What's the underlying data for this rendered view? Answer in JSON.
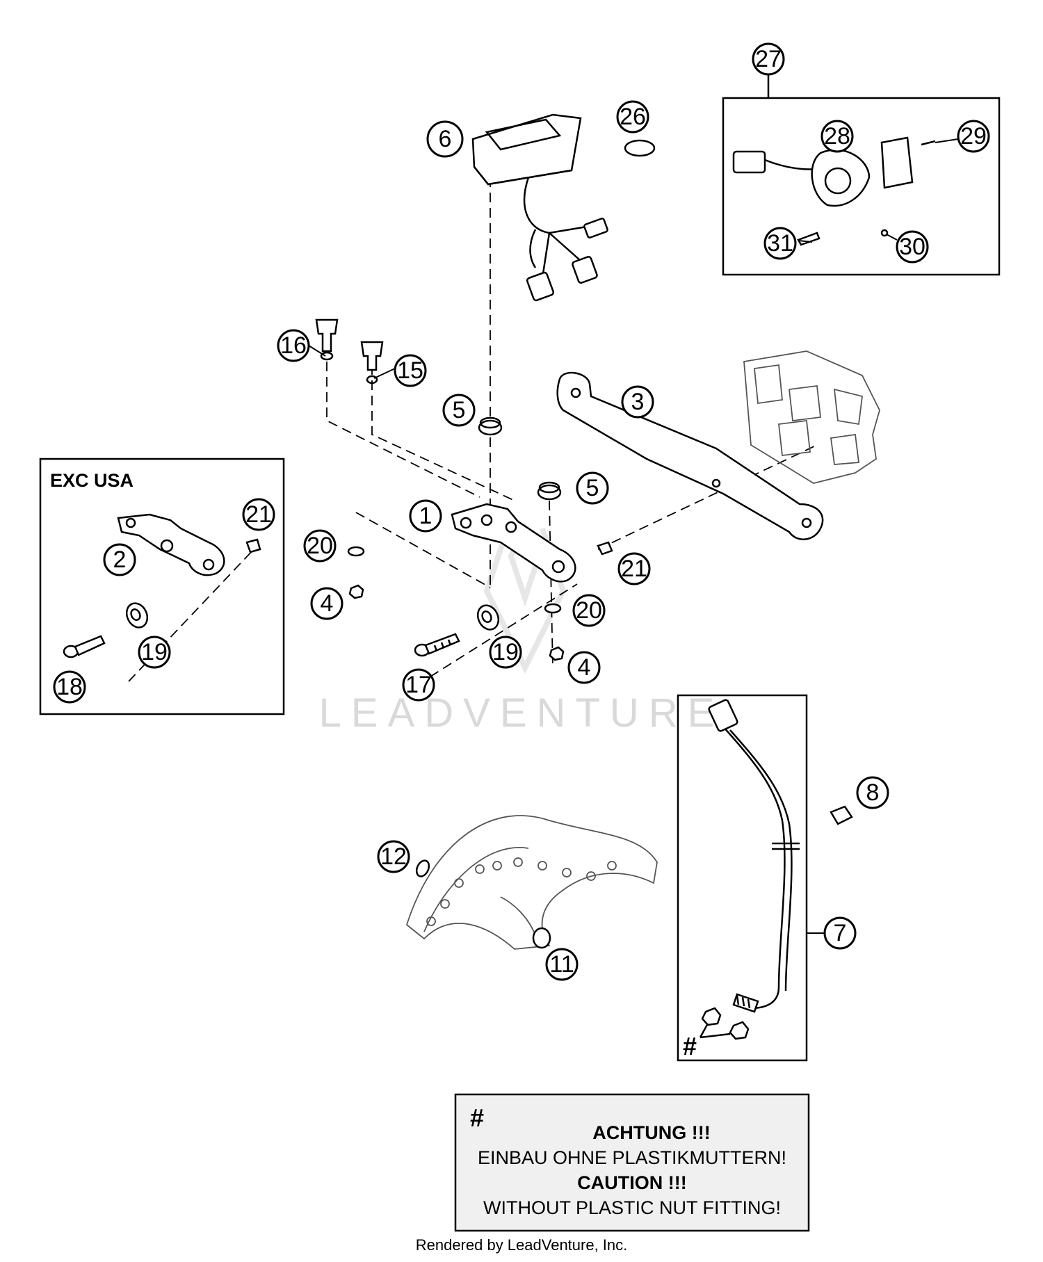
{
  "callouts": [
    "27",
    "26",
    "6",
    "28",
    "29",
    "31",
    "30",
    "16",
    "15",
    "5",
    "3",
    "5",
    "1",
    "21",
    "20",
    "4",
    "20",
    "19",
    "17",
    "4",
    "21",
    "2",
    "19",
    "18",
    "12",
    "8",
    "7",
    "11"
  ],
  "exc_box": {
    "title": "EXC USA"
  },
  "hash_mark": "#",
  "warning": {
    "hash": "#",
    "line1": "ACHTUNG !!!",
    "line2": "EINBAU OHNE PLASTIKMUTTERN!",
    "line3": "CAUTION !!!",
    "line4": "WITHOUT PLASTIC NUT FITTING!"
  },
  "watermark": "LEADVENTURE",
  "footer": "Rendered by LeadVenture, Inc."
}
